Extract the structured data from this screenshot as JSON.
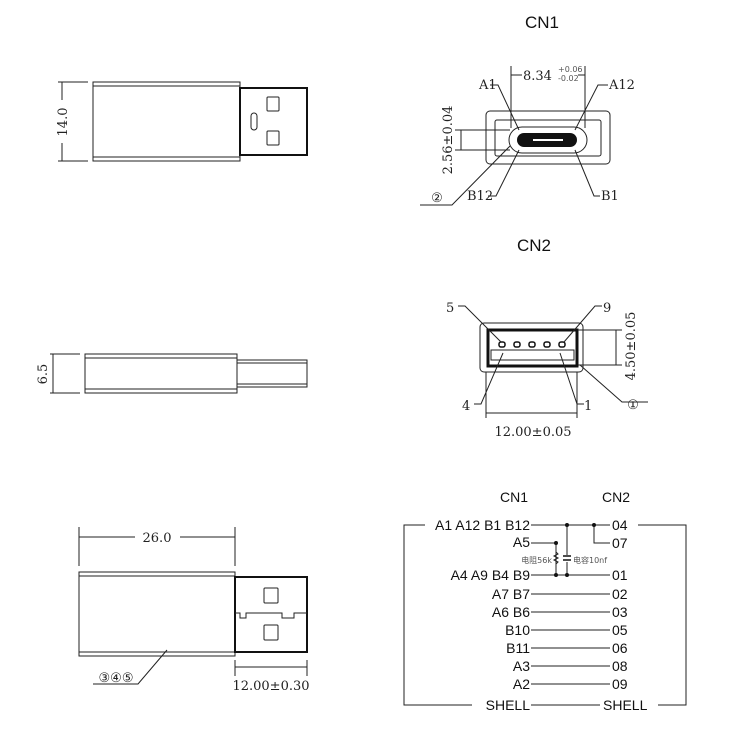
{
  "views": {
    "top": {
      "width_dim": "14.0"
    },
    "side": {
      "height_dim": "6.5"
    },
    "bottom": {
      "length_dim": "26.0",
      "plug_dim": "12.00±0.30",
      "callout": "③④⑤"
    }
  },
  "cn1": {
    "title": "CN1",
    "width_dim": "8.34",
    "width_tol_upper": "+0.06",
    "width_tol_lower": "-0.02",
    "height_dim": "2.56±0.04",
    "pins": {
      "a1": "A1",
      "a12": "A12",
      "b12": "B12",
      "b1": "B1"
    },
    "callout": "②"
  },
  "cn2": {
    "title": "CN2",
    "pins": {
      "p5": "5",
      "p9": "9",
      "p4": "4",
      "p1": "1"
    },
    "width_dim": "12.00±0.05",
    "height_dim": "4.50±0.05",
    "callout": "①"
  },
  "schematic": {
    "cn1_header": "CN1",
    "cn2_header": "CN2",
    "resistor_label": "电阻56k",
    "capacitor_label": "电容10nf",
    "rows": [
      {
        "left": "A1 A12 B1 B12",
        "right": "04"
      },
      {
        "left": "A5",
        "right": "07"
      },
      {
        "left": "A4 A9 B4 B9",
        "right": "01"
      },
      {
        "left": "A7  B7",
        "right": "02"
      },
      {
        "left": "A6  B6",
        "right": "03"
      },
      {
        "left": "B10",
        "right": "05"
      },
      {
        "left": "B11",
        "right": "06"
      },
      {
        "left": "A3",
        "right": "08"
      },
      {
        "left": "A2",
        "right": "09"
      }
    ],
    "shell_left": "SHELL",
    "shell_right": "SHELL"
  }
}
